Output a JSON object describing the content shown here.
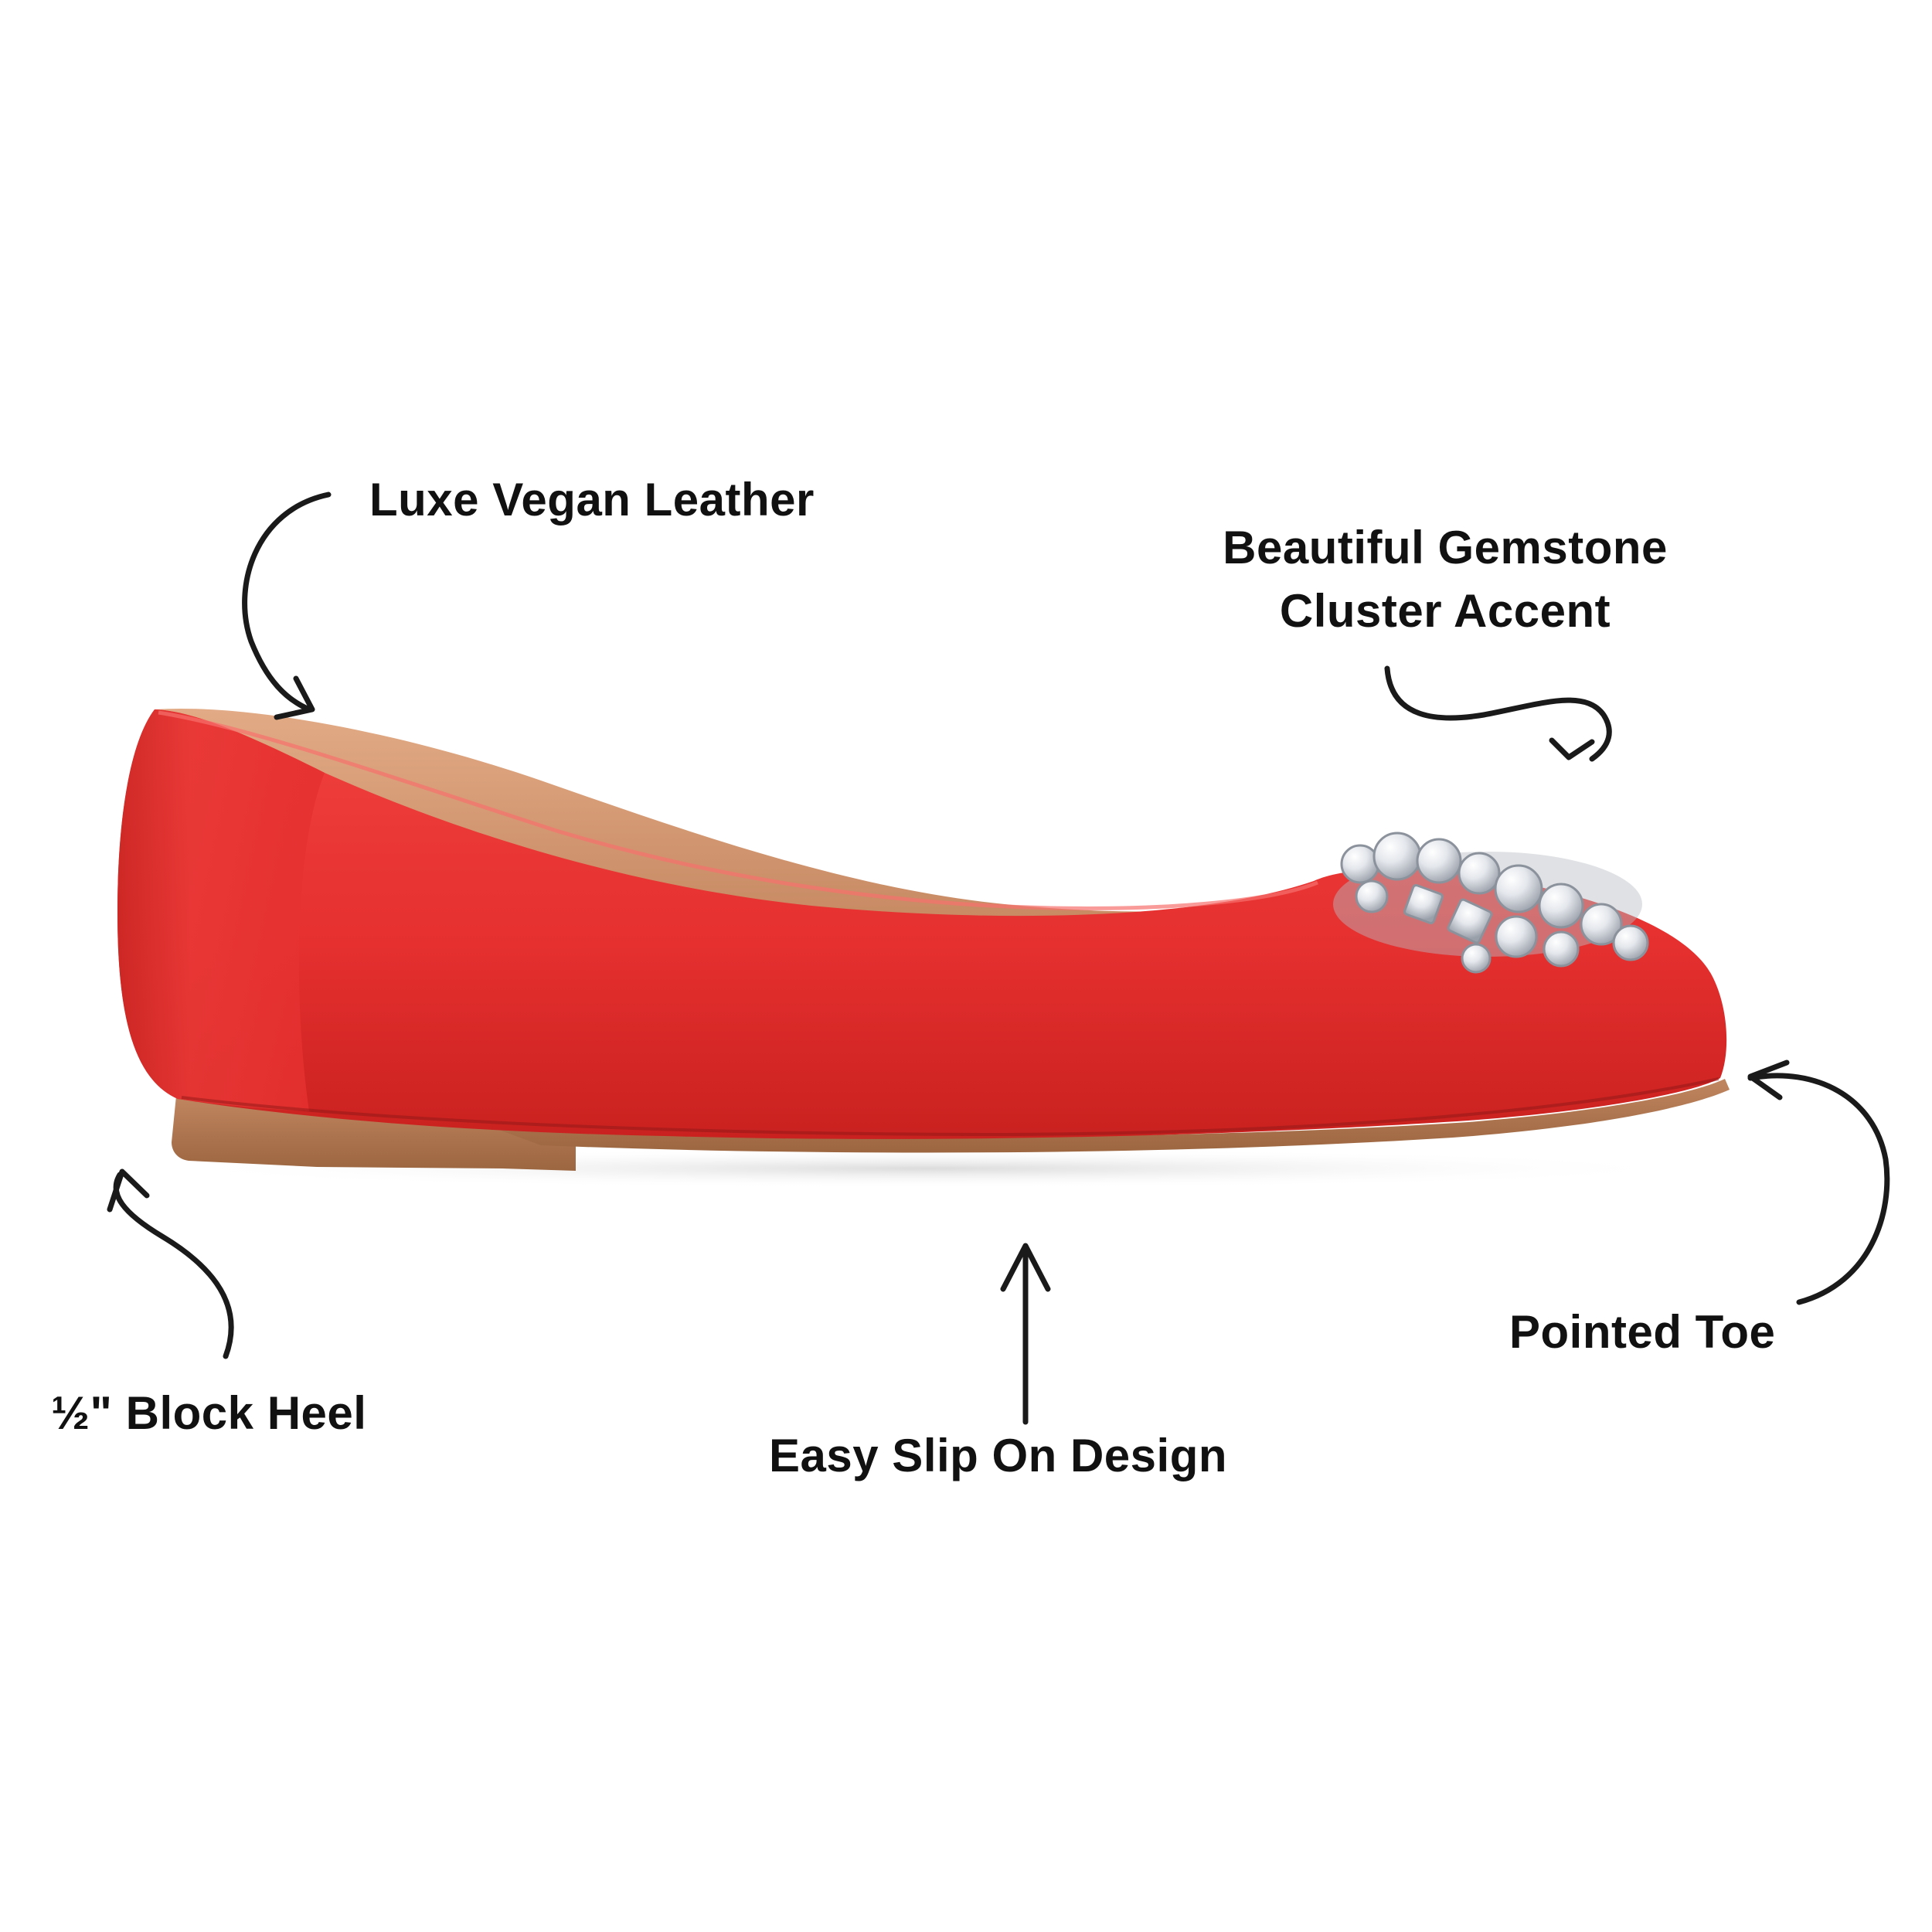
{
  "callouts": {
    "leather": "Luxe Vegan Leather",
    "gemstone_line1": "Beautiful Gemstone",
    "gemstone_line2": "Cluster Accent",
    "heel": "½\" Block Heel",
    "slip_on": "Easy Slip On Design",
    "toe": "Pointed Toe"
  },
  "product": {
    "upper_color": "#e5302f",
    "lining_color": "#d59a74",
    "sole_color": "#b47a50",
    "ornament_color": "#dcdfe4"
  },
  "arrow_color": "#1a1a1a",
  "background_color": "#ffffff"
}
